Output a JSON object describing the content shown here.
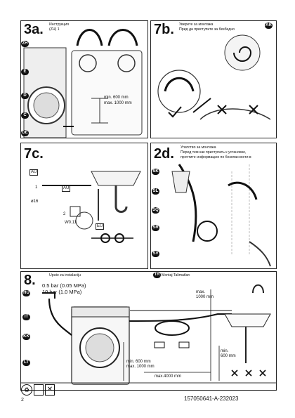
{
  "panels": {
    "p3a": {
      "step": "3a.",
      "texts": [
        "Инструкция",
        "(ZH) 1"
      ],
      "dim_min": "min. 600 mm",
      "dim_max": "max. 1000 mm"
    },
    "p7b": {
      "step": "7b.",
      "texts": [
        "Уверете за монтажа",
        "Прид да приступите за безбедно"
      ]
    },
    "p7c": {
      "step": "7c.",
      "tags": [
        "AU",
        "AU",
        "EU"
      ],
      "labels": [
        "1",
        "2",
        "ø16",
        "W0.11"
      ]
    },
    "p2d": {
      "step": "2d.",
      "texts": [
        "Упатство за монтажа",
        "Перед тем как приступать к установке,",
        "прочтите информацию по безопасности в"
      ]
    },
    "p8": {
      "step": "8.",
      "pressure": [
        "0.5 bar (0.05 MPa)",
        "10 bar (1.0 MPa)"
      ],
      "dim_left": [
        "min. 600 mm",
        "max. 1000 mm"
      ],
      "dim_top": [
        "max.",
        "1000 mm"
      ],
      "dim_right": [
        "min.",
        "600 mm"
      ],
      "dim_bottom": "max.4000 mm",
      "texts": [
        "Upute za instalaciju",
        "Montaj Talimatları"
      ]
    }
  },
  "badges": {
    "left": [
      "ZH",
      "E",
      "D",
      "C",
      "DE"
    ],
    "right_top": [
      "AR"
    ],
    "mid": [
      "SK",
      "SL",
      "SQ",
      "SR",
      "SV"
    ],
    "bottom_left": [
      "HU",
      "IT",
      "KK",
      "LT"
    ],
    "bottom_right": [
      "TR"
    ]
  },
  "footer": {
    "page_number": "2",
    "doc_code": "157050641-A-232023"
  }
}
